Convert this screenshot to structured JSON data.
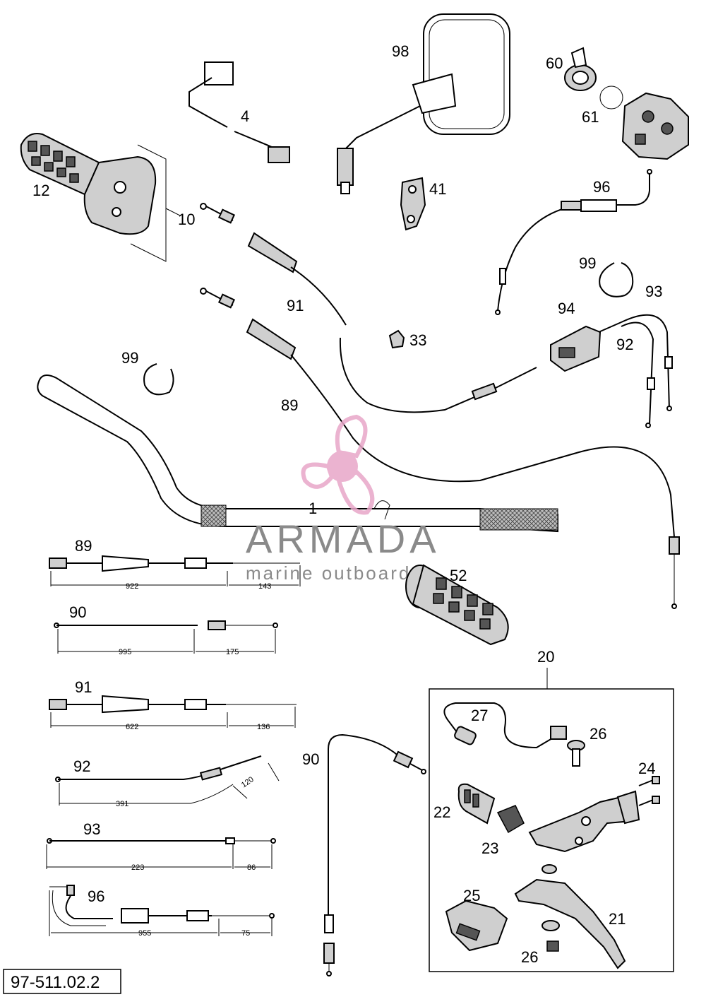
{
  "callouts": {
    "p98": "98",
    "p60": "60",
    "p61": "61",
    "p4": "4",
    "p12": "12",
    "p10": "10",
    "p41": "41",
    "p96": "96",
    "p99a": "99",
    "p99b": "99",
    "p93": "93",
    "p94": "94",
    "p92": "92",
    "p91": "91",
    "p33": "33",
    "p89": "89",
    "p1": "1",
    "p52": "52",
    "p20": "20",
    "p27": "27",
    "p26a": "26",
    "p24": "24",
    "p90": "90",
    "p22": "22",
    "p23": "23",
    "p25": "25",
    "p21": "21",
    "p26b": "26"
  },
  "cable_specs": [
    {
      "label": "89",
      "dim_left": "922",
      "dim_right": "143"
    },
    {
      "label": "90",
      "dim_left": "995",
      "dim_right": "175"
    },
    {
      "label": "91",
      "dim_left": "622",
      "dim_right": "136"
    },
    {
      "label": "92",
      "dim_left": "391",
      "dim_right": "120"
    },
    {
      "label": "93",
      "dim_left": "223",
      "dim_right": "86"
    },
    {
      "label": "96",
      "dim_left": "955",
      "dim_right": "75"
    }
  ],
  "watermark": {
    "title": "ARMADA",
    "subtitle": "marine outboard",
    "logo_color": "#e8a6c8"
  },
  "drawing_number": "97-511.02.2"
}
